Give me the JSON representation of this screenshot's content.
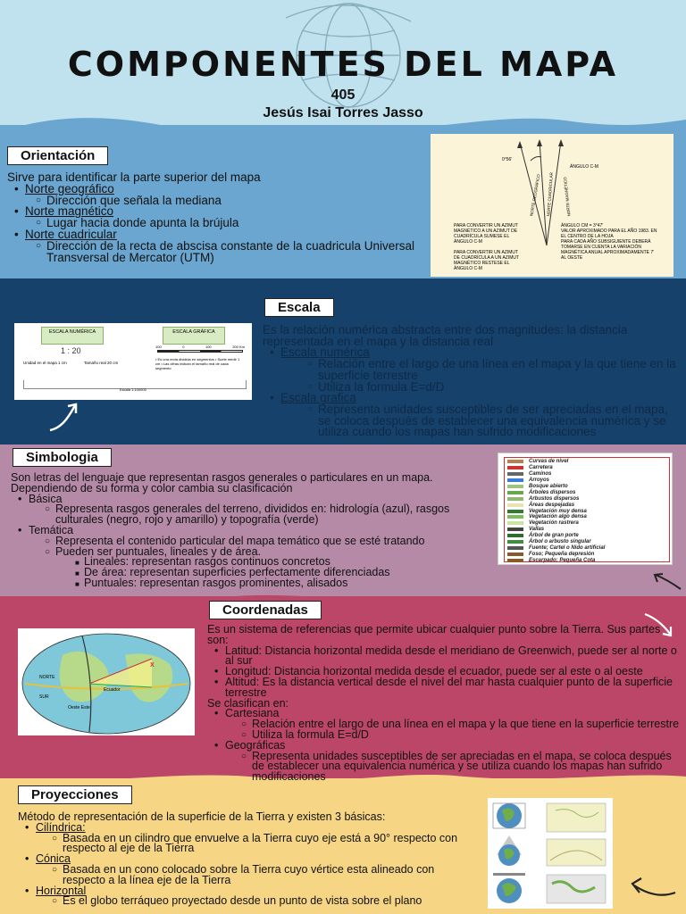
{
  "header": {
    "title": "COMPONENTES DEL MAPA",
    "group": "405",
    "author": "Jesús Isai Torres Jasso"
  },
  "orientacion": {
    "label": "Orientación",
    "intro": "Sirve para identificar la parte superior del mapa",
    "items": [
      {
        "title": "Norte geográfico",
        "sub": "Dirección que señala la mediana"
      },
      {
        "title": "Norte magnético",
        "sub": "Lugar hacia donde apunta la brújula"
      },
      {
        "title": "Norte cuadricular",
        "sub": "Dirección de la recta de abscisa constante de la cuadricula Universal Transversal de Mercator (UTM)"
      }
    ],
    "figure": {
      "label_angle": "ÁNGULO C-M",
      "label_ng": "NORTE GEOGRÁFICO",
      "label_nc": "NORTE CUADRICULAR",
      "label_nm": "NORTE MAGNÉTICO",
      "angle_top": "0°56'",
      "note_left_1": "PARA CONVERTIR UN AZIMUT MAGNÉTICO A UN AZIMUT DE CUADRÍCULA SUMESE EL ÁNGULO C-M",
      "note_left_2": "PARA CONVERTIR UN AZIMUT DE CUADRÍCULA A UN AZIMUT MAGNÉTICO RESTESE EL ÁNGULO C-M",
      "note_right_1": "ÁNGULO CM = 3°47'",
      "note_right_2": "VALOR APROXIMADO PARA EL AÑO 1983. EN EL CENTRO DE LA HOJA",
      "note_right_3": "PARA CADA AÑO SUBSIGUIENTE DEBERÁ TOMARSE EN CUENTA LA VARIACIÓN MAGNÉTICA ANUAL APROXIMADAMENTE 7' AL OESTE"
    }
  },
  "escala": {
    "label": "Escala",
    "intro": "Es la relación numérica abstracta entre dos magnitudes: la distancia representada en el mapa y la distancia real",
    "items": [
      {
        "title": "Escala numérica",
        "subs": [
          "Relación entre el largo de una línea en el mapa y la que tiene en la superficie terrestre",
          "Utiliza la formula E=d/D"
        ]
      },
      {
        "title": "Escala grafica",
        "subs": [
          "Representa unidades susceptibles de ser apreciadas en el mapa, se coloca después de establecer una equivalencia numérica y se utiliza cuando los mapas han sufrido modificaciones"
        ]
      }
    ],
    "figure": {
      "box1": "ESCALA NUMÉRICA",
      "box2": "ESCALA GRÁFICA",
      "ratio": "1 : 20",
      "left_a": "Unidad en el mapa 1 cm",
      "left_b": "Tamaño real 20 cm",
      "ticks": [
        "100",
        "0",
        "100",
        "200 Km"
      ],
      "bullets": "• Es una recta dividida en segmentos • Suele medir 1 cm • Las cifras indican el tamaño real de cada segmento",
      "footer": "Escala 1:100000"
    }
  },
  "simbologia": {
    "label": "Simbologia",
    "intro": "Son letras del lenguaje que representan rasgos generales o particulares en un mapa. Dependiendo de su forma y color cambia su clasificación",
    "basica": "Básica",
    "basica_sub": "Representa rasgos generales del terreno, divididos en: hidrología (azul), rasgos culturales (negro, rojo y amarillo) y topografía (verde)",
    "tematica": "Temática",
    "tematica_subs": [
      "Representa el contenido particular del mapa temático que se esté tratando",
      "Pueden ser puntuales, lineales y de área."
    ],
    "tematica_details": [
      "Lineales: representan rasgos continuos concretos",
      "De área: representan superficies perfectamente diferenciadas",
      "Puntuales: representan rasgos prominentes, alisados"
    ],
    "legend": [
      {
        "label": "Curvas de nivel",
        "color": "#b5824c"
      },
      {
        "label": "Carretera",
        "color": "#c33"
      },
      {
        "label": "Caminos",
        "color": "#666"
      },
      {
        "label": "Arroyos",
        "color": "#3a7bd5"
      },
      {
        "label": "Bosque abierto",
        "color": "#9cc47a"
      },
      {
        "label": "Árboles dispersos",
        "color": "#6aa84f"
      },
      {
        "label": "Arbustos dispersos",
        "color": "#8fb96b"
      },
      {
        "label": "Áreas despejadas",
        "color": "#e9e3b0"
      },
      {
        "label": "Vegetación muy densa",
        "color": "#2f7d2f"
      },
      {
        "label": "Vegetación algo densa",
        "color": "#7cbf5a"
      },
      {
        "label": "Vegetación rastrera",
        "color": "#c9e3a5"
      },
      {
        "label": "Vallas",
        "color": "#444"
      },
      {
        "label": "Árbol de gran porte",
        "color": "#2f6b2f"
      },
      {
        "label": "Árbol o arbusto singular",
        "color": "#3d8f3d"
      },
      {
        "label": "Fuente; Cartel o Nido artificial",
        "color": "#555"
      },
      {
        "label": "Foso; Pequeña depresión",
        "color": "#8a5a2b"
      },
      {
        "label": "Escarpado; Pequeña Cota",
        "color": "#8a5a2b"
      }
    ]
  },
  "coordenadas": {
    "label": "Coordenadas",
    "intro": "Es un sistema de referencias que permite ubicar cualquier punto sobre la Tierra. Sus partes son:",
    "partes": [
      "Latitud: Distancia horizontal medida desde el meridiano de Greenwich, puede ser al norte o al sur",
      "Longitud: Distancia horizontal medida desde el ecuador, puede ser al este o al oeste",
      "Altitud: Es la distancia vertical desde el nivel del mar hasta cualquier punto de la superficie terrestre"
    ],
    "clasifican": "Se clasifican en:",
    "cartesiana": "Cartesiana",
    "cartesiana_subs": [
      "Relación entre el largo de una línea en el mapa y la que tiene en la superficie terrestre",
      "Utiliza la formula E=d/D"
    ],
    "geograficas": "Geográficas",
    "geograficas_sub": "Representa unidades susceptibles de ser apreciadas en el mapa, se coloca después de establecer una equivalencia numérica y se utiliza cuando los mapas han sufrido modificaciones",
    "figure": {
      "norte": "NORTE",
      "sur": "SUR",
      "ecuador": "Ecuador",
      "oeste_este": "Oeste  Este",
      "x_mark": "X"
    }
  },
  "proyecciones": {
    "label": "Proyecciones",
    "intro": "Método de representación de la superficie de la Tierra y existen 3 básicas:",
    "items": [
      {
        "title": "Cilíndrica:",
        "sub": "Basada en un cilindro que envuelve a la Tierra cuyo eje está a 90° respecto con respecto al eje de la Tierra"
      },
      {
        "title": "Cónica",
        "sub": "Basada en un cono colocado sobre la Tierra cuyo vértice esta alineado con respecto a la línea eje de la Tierra"
      },
      {
        "title": "Horizontal",
        "sub": "Es el globo terráqueo proyectado desde un punto de vista sobre el plano"
      }
    ]
  }
}
